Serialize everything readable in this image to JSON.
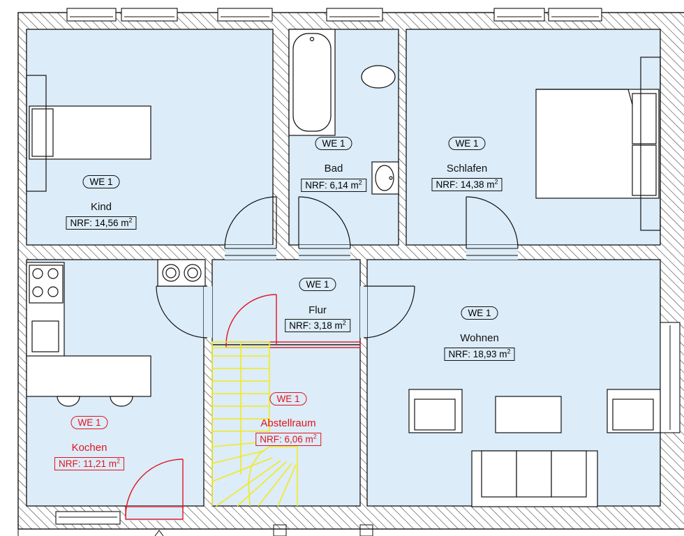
{
  "floorplan": {
    "palette": {
      "floor": "#dcecf8",
      "wall": "#ffffff",
      "line": "#111111",
      "accent": "#e0141e",
      "stairs": "#f2ea1c"
    },
    "rooms": [
      {
        "id": "kind",
        "unit": "WE 1",
        "name": "Kind",
        "nrf": "NRF: 14,56 m",
        "highlight": false
      },
      {
        "id": "bad",
        "unit": "WE 1",
        "name": "Bad",
        "nrf": "NRF: 6,14 m",
        "highlight": false
      },
      {
        "id": "schlafen",
        "unit": "WE 1",
        "name": "Schlafen",
        "nrf": "NRF: 14,38 m",
        "highlight": false
      },
      {
        "id": "flur",
        "unit": "WE 1",
        "name": "Flur",
        "nrf": "NRF: 3,18 m",
        "highlight": false
      },
      {
        "id": "wohnen",
        "unit": "WE 1",
        "name": "Wohnen",
        "nrf": "NRF: 18,93 m",
        "highlight": false
      },
      {
        "id": "kochen",
        "unit": "WE 1",
        "name": "Kochen",
        "nrf": "NRF: 11,21 m",
        "highlight": true
      },
      {
        "id": "abstellraum",
        "unit": "WE 1",
        "name": "Abstellraum",
        "nrf": "NRF: 6,06 m",
        "highlight": true
      }
    ],
    "area_unit_exponent": "2",
    "symbols": [
      "bed-single",
      "bed-double",
      "bathtub",
      "toilet",
      "washbasin",
      "stove",
      "sink",
      "washer",
      "table",
      "armchair",
      "sofa",
      "stairs"
    ]
  }
}
